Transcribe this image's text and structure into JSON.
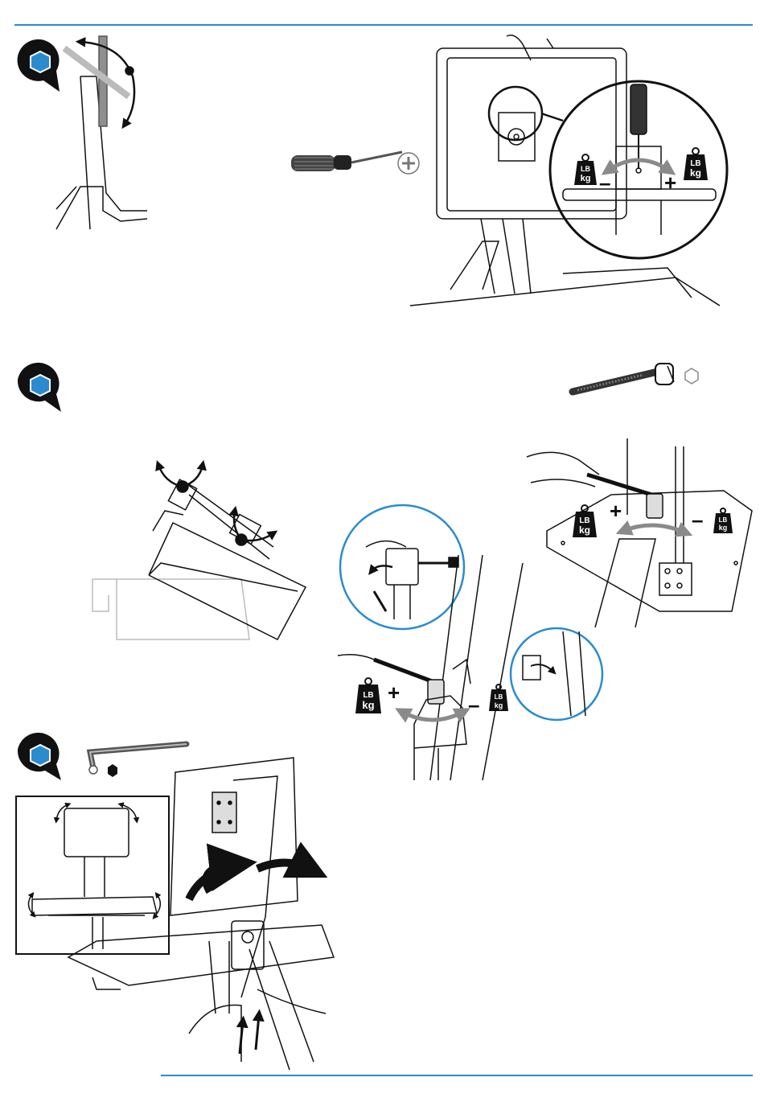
{
  "colors": {
    "accent": "#2a8ccf",
    "ink": "#111111",
    "weight_fill": "#111111",
    "arrow_grey": "#8a8a8a"
  },
  "icons": [
    "adjust-tool-icon",
    "phillips-screwdriver-icon",
    "socket-wrench-icon",
    "hex-key-icon",
    "weight-icon"
  ],
  "weights": {
    "w1": {
      "lb": "LB",
      "kg": "kg",
      "sign": "–"
    },
    "w2": {
      "lb": "LB",
      "kg": "kg",
      "sign": "+"
    },
    "w3": {
      "lb": "LB",
      "kg": "kg",
      "sign": "+"
    },
    "w4": {
      "lb": "LB",
      "kg": "kg",
      "sign": "–"
    },
    "w5": {
      "lb": "LB",
      "kg": "kg",
      "sign": "+"
    },
    "w6": {
      "lb": "LB",
      "kg": "kg",
      "sign": "–"
    }
  }
}
